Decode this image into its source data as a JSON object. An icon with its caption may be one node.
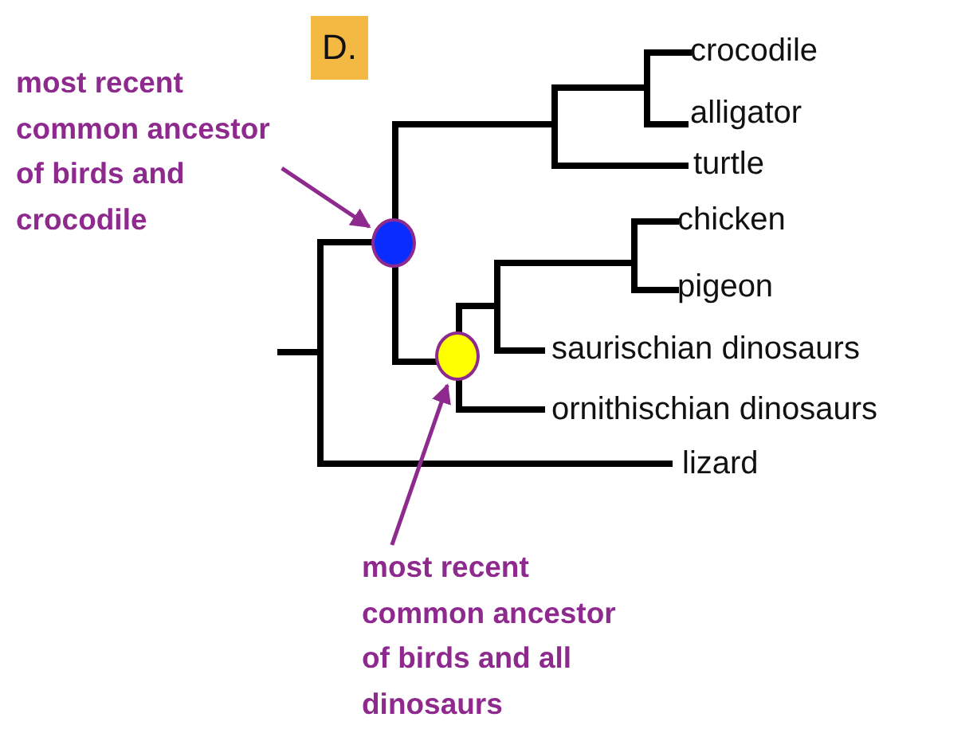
{
  "diagram": {
    "nodes": [
      {
        "text": [
          "D."
        ]
      },
      {
        "text": [
          "most recent common ancestor of birds and crocodile"
        ]
      },
      {
        "text": [],
        "shape": "circle"
      },
      {
        "text": [
          "most recent common ancestor of birds and all dinosaurs"
        ]
      },
      {
        "text": [],
        "shape": "circle"
      }
    ],
    "edges": [
      {
        "from": 1,
        "to": 2,
        "arrow": "to"
      },
      {
        "from": 3,
        "to": 4,
        "arrow": "to"
      }
    ],
    "labels": [
      "crocodile",
      "alligator",
      "turtle",
      "chicken",
      "pigeon",
      "saurischian dinosaurs",
      "ornithischian dinosaurs",
      "lizard"
    ]
  }
}
